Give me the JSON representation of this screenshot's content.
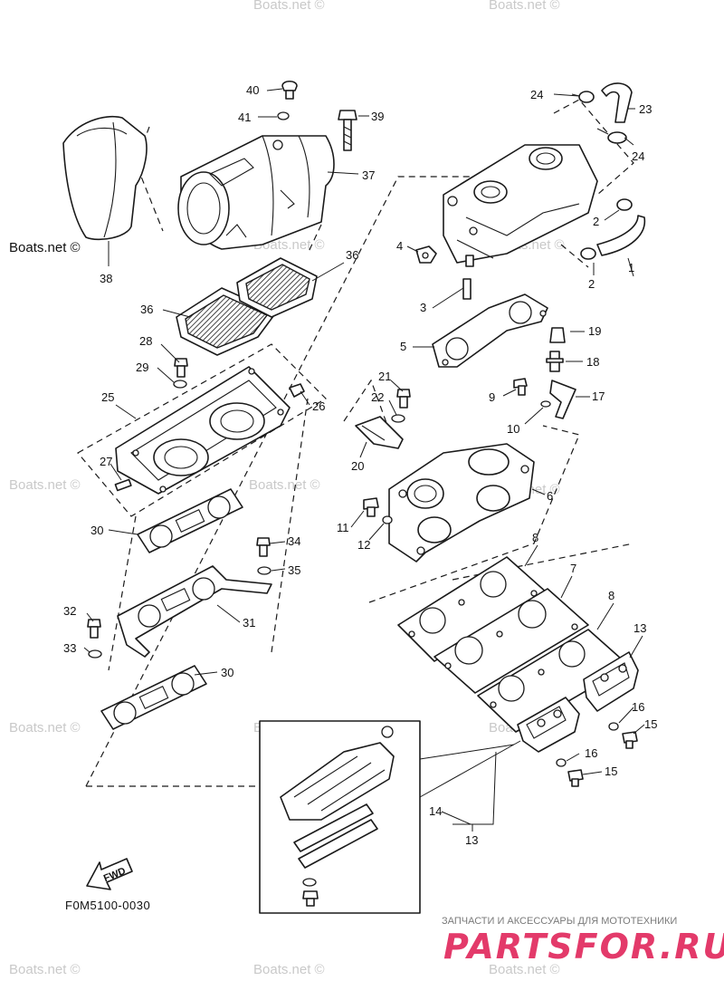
{
  "watermarks": {
    "main": "Boats.net ©",
    "faded": "Boats.net ©"
  },
  "diagram_code": "F0M5100-0030",
  "fwd_label": "FWD",
  "footer": {
    "tagline": "ЗАПЧАСТИ И АКСЕССУАРЫ ДЛЯ МОТОТЕХНИКИ",
    "logo_text": "PARTSFOR.RU",
    "logo_color": "#e33a6a"
  },
  "callouts": {
    "c1": "1",
    "c2a": "2",
    "c2b": "2",
    "c3": "3",
    "c4": "4",
    "c5": "5",
    "c6": "6",
    "c7": "7",
    "c8a": "8",
    "c8b": "8",
    "c9": "9",
    "c10": "10",
    "c11": "11",
    "c12": "12",
    "c13a": "13",
    "c13b": "13",
    "c14": "14",
    "c15a": "15",
    "c15b": "15",
    "c16a": "16",
    "c16b": "16",
    "c17": "17",
    "c18": "18",
    "c19": "19",
    "c20": "20",
    "c21": "21",
    "c22": "22",
    "c23": "23",
    "c24a": "24",
    "c24b": "24",
    "c25": "25",
    "c26": "26",
    "c27": "27",
    "c28": "28",
    "c29": "29",
    "c30a": "30",
    "c30b": "30",
    "c31": "31",
    "c32": "32",
    "c33": "33",
    "c34": "34",
    "c35": "35",
    "c36a": "36",
    "c36b": "36",
    "c37": "37",
    "c38": "38",
    "c39": "39",
    "c40": "40",
    "c41": "41"
  }
}
